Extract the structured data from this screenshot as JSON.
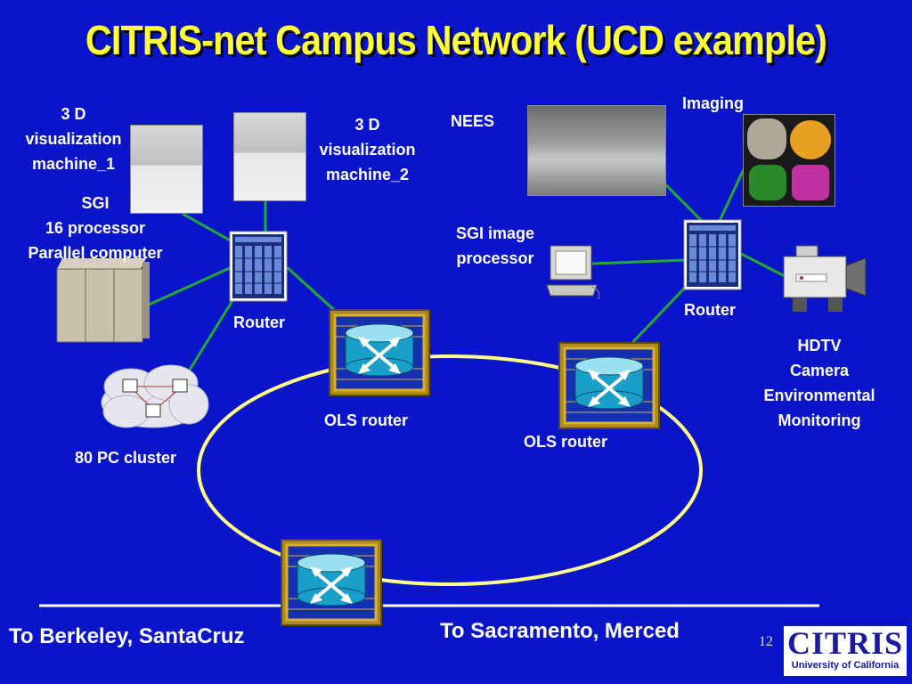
{
  "slide": {
    "title": "CITRIS-net Campus Network (UCD example)",
    "page_number": "12"
  },
  "labels": {
    "viz1": [
      "3 D",
      "visualization",
      "machine_1"
    ],
    "viz2": [
      "3 D",
      "visualization",
      "machine_2"
    ],
    "sgi_computer": [
      "SGI",
      "16 processor",
      "Parallel computer"
    ],
    "router_left": "Router",
    "router_right": "Router",
    "pc_cluster": "80 PC cluster",
    "ols_router_1": "OLS router",
    "ols_router_2": "OLS router",
    "nees": "NEES",
    "imaging": "Imaging",
    "sgi_image_processor": [
      "SGI image",
      "processor"
    ],
    "hdtv": [
      "HDTV",
      "Camera",
      "Environmental",
      "Monitoring"
    ],
    "to_berkeley": "To Berkeley, SantaCruz",
    "to_sacramento": "To Sacramento, Merced"
  },
  "logo": {
    "text": "CITRIS",
    "subtitle": "University of California"
  },
  "colors": {
    "background": "#0a14c8",
    "title": "#ffff33",
    "link_green": "#22aa33",
    "ring_yellow": "#ffff88",
    "router_cyan": "#1aa0c8",
    "router_gold": "#c8a020"
  },
  "icons": [
    "router-icon",
    "ols-router-icon",
    "server-cabinet-icon",
    "cloud-cluster-icon",
    "workstation-icon",
    "video-camera-icon"
  ]
}
